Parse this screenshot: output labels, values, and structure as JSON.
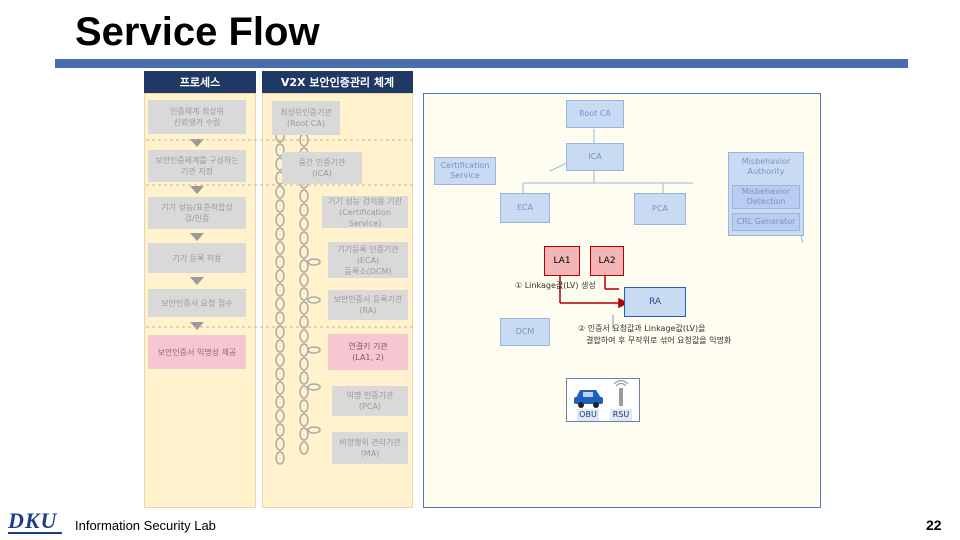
{
  "slide": {
    "title": "Service Flow",
    "footer": "Information Security Lab",
    "page_number": "22",
    "logo_text": "DKU"
  },
  "left_panel": {
    "header": "프로세스",
    "steps": [
      "인증체계 최상위\n신뢰앵커 수립",
      "보안인증체계를 구성하는\n기관 지정",
      "기기 성능/표준적합성\n검/인증",
      "기기 등록 허용",
      "보안인증서 요청 접수",
      "보안인증서 익명성 제공"
    ]
  },
  "middle_panel": {
    "header": "V2X 보안인증관리 체계",
    "orgs": [
      "최상위인증기관\n(Root CA)",
      "중간 인증기관\n(ICA)",
      "기기 성능 검이용 기관\n(Certification Service)",
      "기기등록 인증기관\n(ECA)\n등록소(DCM)",
      "보안인증서 등록기관\n(RA)",
      "연결키 기관\n(LA1, 2)",
      "익명 인증기관\n(PCA)",
      "비정행위 관리기관\n(MA)"
    ]
  },
  "right_diagram": {
    "nodes": {
      "root_ca": "Root CA",
      "ica": "ICA",
      "cert_service": "Certification\nService",
      "eca": "ECA",
      "pca": "PCA",
      "ma": "Misbehavior\nAuthority",
      "md": "Misbehavior\nDetection",
      "crl": "CRL Generator",
      "la1": "LA1",
      "la2": "LA2",
      "ra": "RA",
      "dcm": "DCM",
      "obu": "OBU",
      "rsu": "RSU"
    },
    "annotations": {
      "step1": "① Linkage값(LV) 생성",
      "step2_line1": "② 인증서 요청값과 Linkage값(LV)을",
      "step2_line2": "결합하여 후 무작위로 섞어 요청값을 익명화"
    }
  },
  "colors": {
    "header_navy": "#1f3864",
    "title_rule": "#4a6db0",
    "highlight_red": "#b00000",
    "ra_blue": "#1f5fc0"
  }
}
